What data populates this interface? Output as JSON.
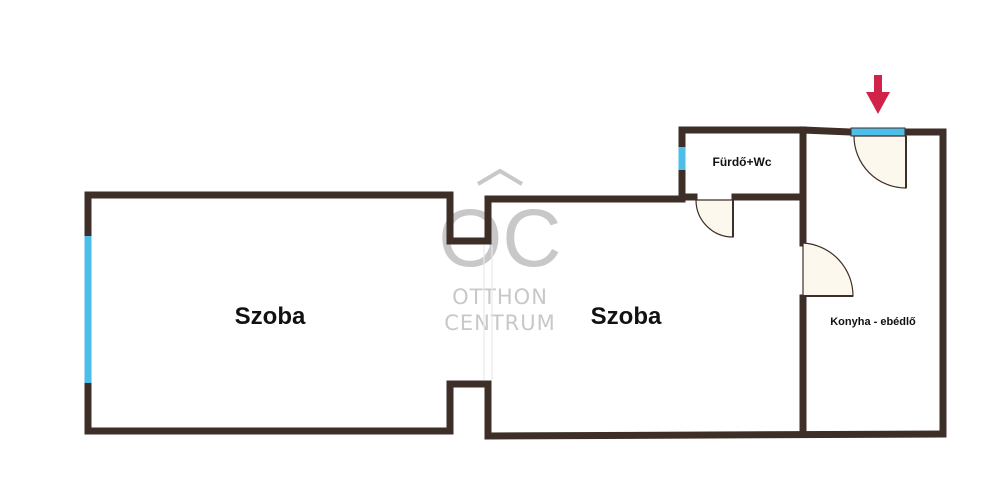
{
  "floor_plan": {
    "rooms": [
      {
        "label": "Szoba"
      },
      {
        "label": "Szoba"
      },
      {
        "label": "Fürdő+Wc"
      },
      {
        "label": "Konyha - ebédlő"
      }
    ],
    "watermark": {
      "monogram": "OC",
      "line1": "OTTHON",
      "line2": "CENTRUM"
    },
    "colors": {
      "wall": "#3e2e28",
      "window": "#4dbde9",
      "entrance_arrow": "#d0234a",
      "watermark": "#c8c8c8"
    }
  }
}
